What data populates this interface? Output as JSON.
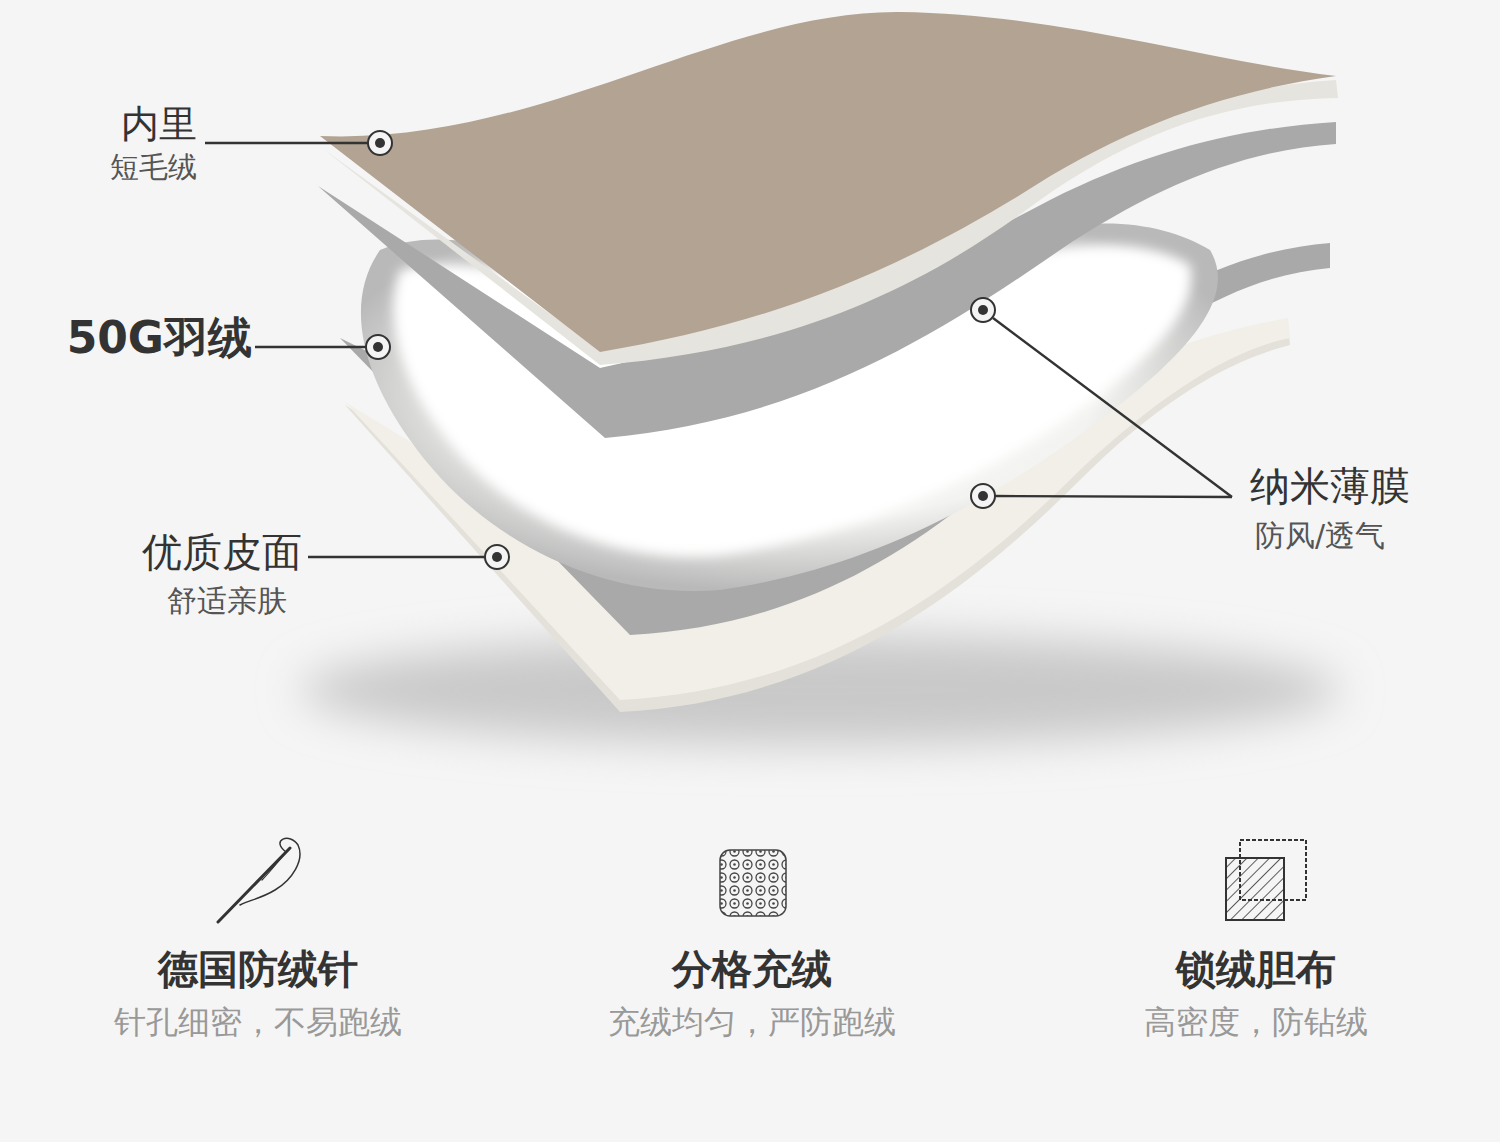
{
  "diagram": {
    "labels": [
      "内里",
      "短毛绒",
      "50G羽绒",
      "优质皮面",
      "舒适亲肤",
      "纳米薄膜",
      "防风/透气",
      "德国防绒针",
      "针孔细密，不易跑绒",
      "分格充绒",
      "充绒均匀，严防跑绒",
      "锁绒胆布",
      "高密度，防钻绒"
    ]
  }
}
